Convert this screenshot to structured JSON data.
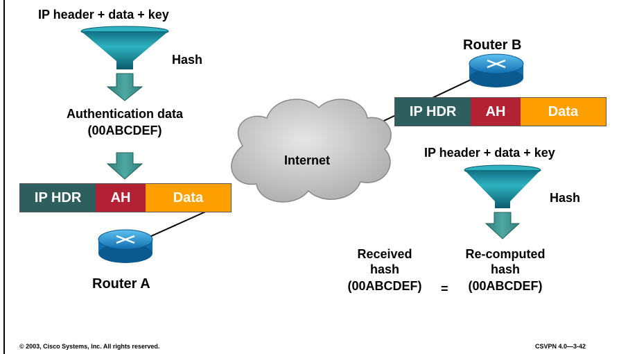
{
  "left": {
    "input_label": "IP header + data + key",
    "hash_label": "Hash",
    "auth_label_line1": "Authentication data",
    "auth_label_line2": "(00ABCDEF)",
    "packet": {
      "hdr": "IP HDR",
      "ah": "AH",
      "data": "Data"
    },
    "router_label": "Router A"
  },
  "cloud_label": "Internet",
  "right": {
    "router_label": "Router B",
    "packet": {
      "hdr": "IP HDR",
      "ah": "AH",
      "data": "Data"
    },
    "input_label": "IP header + data + key",
    "hash_label": "Hash",
    "received_line1": "Received",
    "received_line2": "hash",
    "received_line3": "(00ABCDEF)",
    "equals": "=",
    "recomputed_line1": "Re-computed",
    "recomputed_line2": "hash",
    "recomputed_line3": "(00ABCDEF)"
  },
  "footer": {
    "copyright": "© 2003, Cisco Systems, Inc. All rights reserved.",
    "course": "CSVPN 4.0—3-42"
  },
  "colors": {
    "ip_hdr": "#2e5f5e",
    "ah": "#b22234",
    "data": "#ffa000",
    "funnel": "#1e9aa8",
    "arrow": "#3a8f8a",
    "router": "#1f8fd0",
    "cloud": "#c8c8c8"
  }
}
